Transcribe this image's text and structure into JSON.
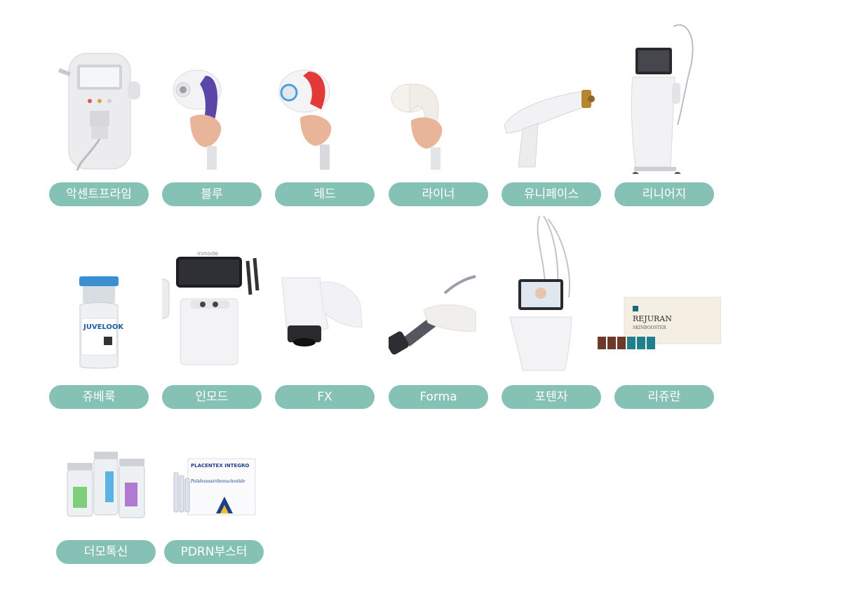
{
  "products": [
    {
      "label": "악센트프라임",
      "icon": "accent-prime-device-image"
    },
    {
      "label": "블루",
      "icon": "blue-handpiece-image"
    },
    {
      "label": "레드",
      "icon": "red-handpiece-image"
    },
    {
      "label": "라이너",
      "icon": "liner-handpiece-image"
    },
    {
      "label": "유니페이스",
      "icon": "uniface-handpiece-image"
    },
    {
      "label": "리니어지",
      "icon": "linearz-device-image"
    },
    {
      "label": "쥬베룩",
      "icon": "juvelook-vial-image"
    },
    {
      "label": "인모드",
      "icon": "inmode-device-image"
    },
    {
      "label": "FX",
      "icon": "fx-handpiece-image"
    },
    {
      "label": "Forma",
      "icon": "forma-handpiece-image"
    },
    {
      "label": "포텐자",
      "icon": "potenza-device-image"
    },
    {
      "label": "리쥬란",
      "icon": "rejuran-box-image"
    },
    {
      "label": "더모톡신",
      "icon": "dermotoxin-vials-image"
    },
    {
      "label": "PDRN부스터",
      "icon": "pdrn-booster-box-image"
    }
  ],
  "printed": {
    "juvelook_brand": "JUVELOOK",
    "inmode_brand": "inmode",
    "rejuran_brand": "REJURAN",
    "rejuran_sub": "SKINBOOSTER",
    "placentex_brand": "PLACENTEX INTEGRO",
    "placentex_sub": "Polidesossiribonucleotide"
  },
  "colors": {
    "pill": "#86c1b6",
    "pill_text": "#ffffff",
    "background": "#ffffff"
  }
}
